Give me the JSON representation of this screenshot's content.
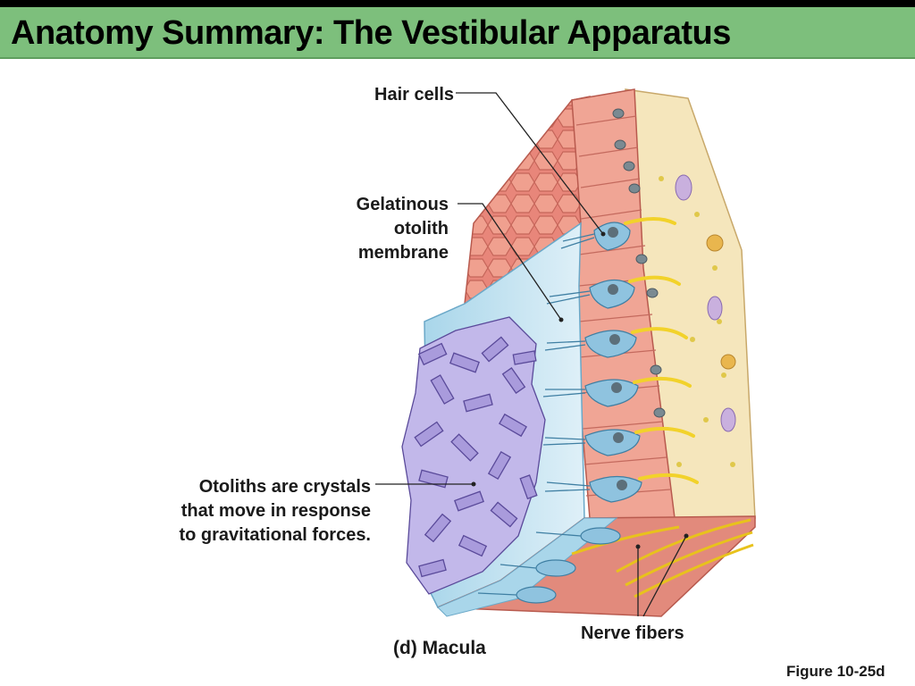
{
  "title": "Anatomy Summary: The Vestibular Apparatus",
  "labels": {
    "hair_cells": "Hair cells",
    "membrane": [
      "Gelatinous",
      "otolith",
      "membrane"
    ],
    "otoliths": [
      "Otoliths are crystals",
      "that move in response",
      "to gravitational forces."
    ],
    "nerve_fibers": "Nerve fibers"
  },
  "caption": "(d) Macula",
  "figure_number": "Figure 10-25d",
  "colors": {
    "title_bar": "#7dbf7c",
    "epithelium": "#e8867a",
    "connective_tissue": "#f5e6bc",
    "membrane": "#b9dfee",
    "crystals": "#a99bdc",
    "hair_cell": "#8fc3df",
    "nerve": "#f2d22a"
  }
}
